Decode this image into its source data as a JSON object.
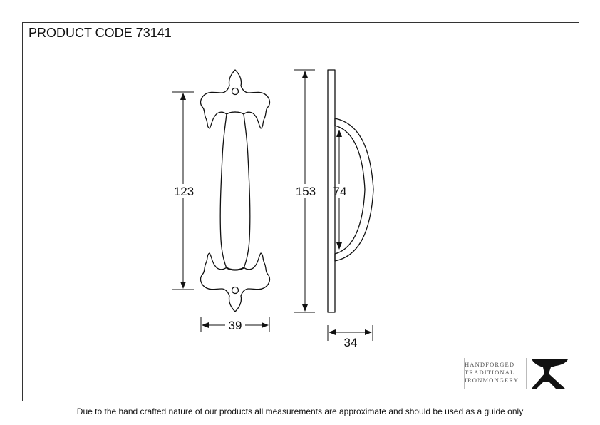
{
  "product_code": "PRODUCT CODE 73141",
  "dimensions": {
    "front_height": "123",
    "side_height": "153",
    "grip_span": "74",
    "front_width": "39",
    "projection": "34"
  },
  "logo": {
    "line1": "HANDFORGED",
    "line2": "TRADITIONAL",
    "line3": "IRONMONGERY",
    "icon": "anvil-icon"
  },
  "disclaimer": "Due to the hand crafted nature of our products all measurements are approximate and should be used as a guide only"
}
